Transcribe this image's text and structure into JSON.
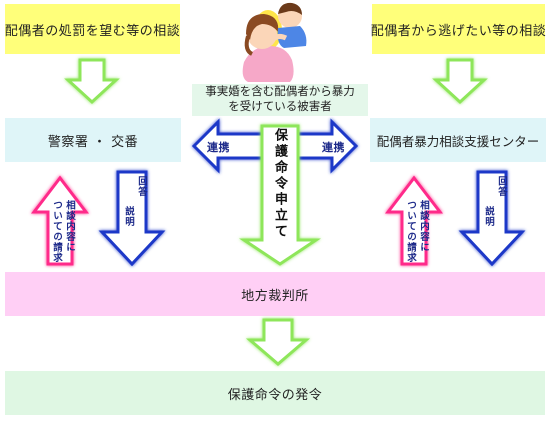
{
  "top_left_label": "配偶者の処罰を望む等の相談",
  "top_right_label": "配偶者から逃げたい等の相談",
  "victim_caption_line1": "事実婚を含む配偶者から暴力",
  "victim_caption_line2": "を受けている被害者",
  "police_label": "警察署 ・ 交番",
  "support_center_label": "配偶者暴力相談支援センター",
  "cooperation_left": "連携",
  "cooperation_right": "連携",
  "protection_order_petition": "保護命令申立て",
  "reply_label": "回答",
  "explain_label": "説明",
  "request_label_line1": "相談内容に",
  "request_label_line2": "ついての請求",
  "court_label": "地方裁判所",
  "issuance_label": "保護命令の発令",
  "colors": {
    "yellow_box": "#ffff7a",
    "cyan_box": "#dff5f8",
    "pink_box": "#ffcff5",
    "mint_box": "#dff7e3",
    "green_arrow": "#8ee65a",
    "blue_arrow": "#1a38c8",
    "pink_arrow": "#ff2a8a"
  }
}
